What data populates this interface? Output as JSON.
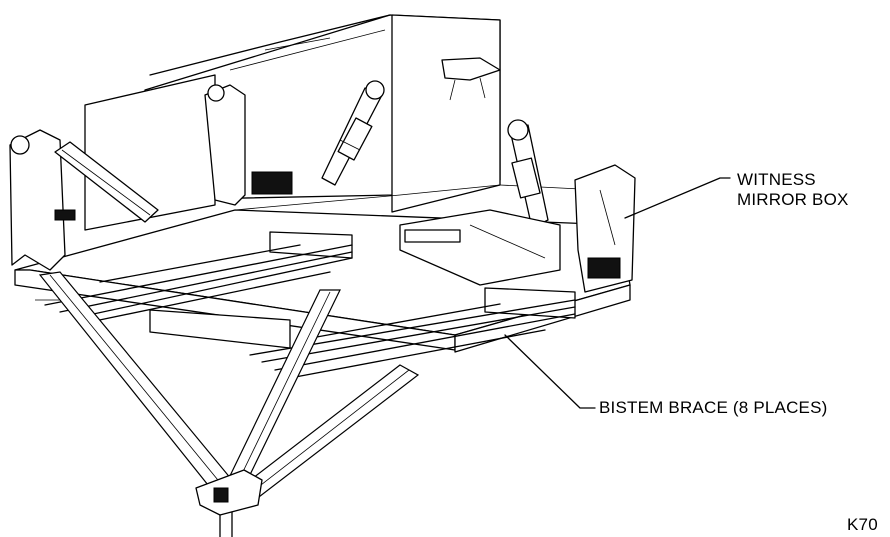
{
  "labels": {
    "witness_mirror_box_line1": "WITNESS",
    "witness_mirror_box_line2": "MIRROR BOX",
    "bistem_brace": "BISTEM BRACE (8 PLACES)",
    "figure_id": "K70"
  }
}
